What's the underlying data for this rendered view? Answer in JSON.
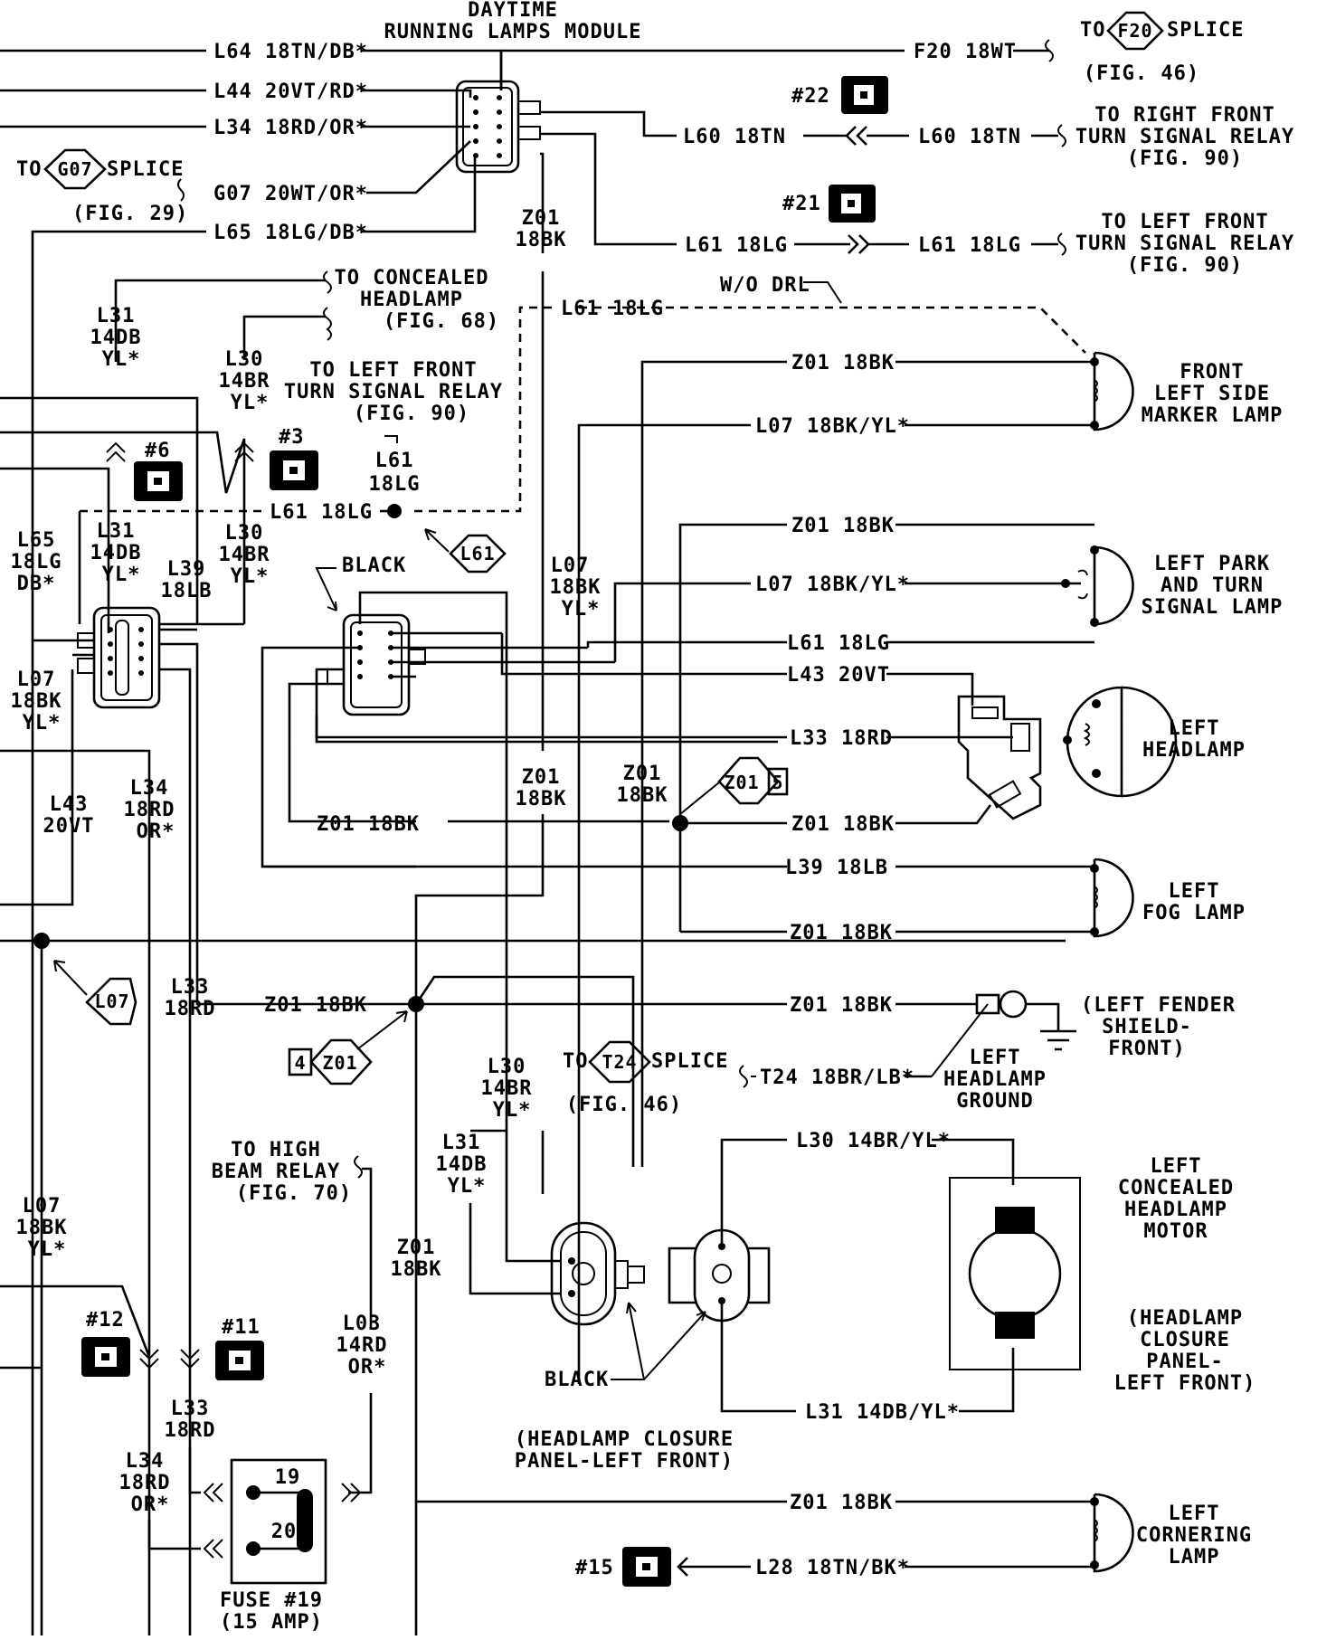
{
  "module": {
    "title_line1": "DAYTIME",
    "title_line2": "RUNNING LAMPS MODULE"
  },
  "wires": {
    "l64": "L64 18TN/DB*",
    "l44": "L44 20VT/RD*",
    "l34": "L34 18RD/OR*",
    "g07": "G07 20WT/OR*",
    "l65": "L65 18LG/DB*",
    "f20": "F20 18WT",
    "l60": "L60 18TN",
    "l61": "L61 18LG",
    "z01": "Z01 18BK",
    "l07": "L07 18BK/YL*",
    "l43": "L43 20VT",
    "l33": "L33 18RD",
    "l39": "L39 18LB",
    "t24": "T24 18BR/LB*",
    "l30": "L30 14BR/YL*",
    "l31": "L31 14DB/YL*",
    "l28": "L28 18TN/BK*",
    "wo_drl": "W/O DRL"
  },
  "refs": {
    "f20_to": "TO",
    "f20_tag": "F20",
    "f20_splice": "SPLICE",
    "f20_fig": "(FIG. 46)",
    "g07_to": "TO",
    "g07_tag": "G07",
    "g07_splice": "SPLICE",
    "g07_fig": "(FIG. 29)",
    "rf_turn_1": "TO RIGHT FRONT",
    "rf_turn_2": "TURN SIGNAL RELAY",
    "rf_turn_3": "(FIG. 90)",
    "lf_turn_1": "TO LEFT FRONT",
    "lf_turn_2": "TURN SIGNAL RELAY",
    "lf_turn_3": "(FIG. 90)",
    "conc_1": "TO CONCEALED",
    "conc_2": "HEADLAMP",
    "conc_3": "(FIG. 68)",
    "lf_turn_b1": "TO LEFT FRONT",
    "lf_turn_b2": "TURN SIGNAL RELAY",
    "lf_turn_b3": "(FIG. 90)",
    "t24_to": "TO",
    "t24_tag": "T24",
    "t24_splice": "SPLICE",
    "t24_fig": "(FIG. 46)",
    "hb_1": "TO HIGH",
    "hb_2": "BEAM RELAY",
    "hb_3": "(FIG. 70)"
  },
  "connectors": {
    "c22": "#22",
    "c21": "#21",
    "c6": "#6",
    "c3": "#3",
    "c12": "#12",
    "c11": "#11",
    "c15": "#15"
  },
  "splice_tags": {
    "l61": "L61",
    "l07": "L07",
    "z01_right": "Z01",
    "z01_right_num": "5",
    "z01_left": "Z01",
    "z01_left_num": "4"
  },
  "vlabels": {
    "l31_a1": "L31",
    "l31_a2": "14DB",
    "l31_a3": "YL*",
    "l30_a1": "L30",
    "l30_a2": "14BR",
    "l30_a3": "YL*",
    "l61_v1": "L61",
    "l61_v2": "18LG",
    "z01_v1": "Z01",
    "z01_v2": "18BK",
    "l65_1": "L65",
    "l65_2": "18LG",
    "l65_3": "DB*",
    "l31_b1": "L31",
    "l31_b2": "14DB",
    "l31_b3": "YL*",
    "l39_1": "L39",
    "l39_2": "18LB",
    "l30_b1": "L30",
    "l30_b2": "14BR",
    "l30_b3": "YL*",
    "l07_a1": "L07",
    "l07_a2": "18BK",
    "l07_a3": "YL*",
    "l07_b1": "L07",
    "l07_b2": "18BK",
    "l07_b3": "YL*",
    "l43_1": "L43",
    "l43_2": "20VT",
    "l34_a1": "L34",
    "l34_a2": "18RD",
    "l34_a3": "OR*",
    "z01_c1": "Z01",
    "z01_c2": "18BK",
    "z01_d1": "Z01",
    "z01_d2": "18BK",
    "l33_a1": "L33",
    "l33_a2": "18RD",
    "l30_c1": "L30",
    "l30_c2": "14BR",
    "l30_c3": "YL*",
    "l31_c1": "L31",
    "l31_c2": "14DB",
    "l31_c3": "YL*",
    "z01_e1": "Z01",
    "z01_e2": "18BK",
    "l07_c1": "L07",
    "l07_c2": "18BK",
    "l07_c3": "YL*",
    "l03_1": "L03",
    "l03_2": "14RD",
    "l03_3": "OR*",
    "l33_b1": "L33",
    "l33_b2": "18RD",
    "l34_b1": "L34",
    "l34_b2": "18RD",
    "l34_b3": "OR*"
  },
  "components": {
    "marker_1": "FRONT",
    "marker_2": "LEFT SIDE",
    "marker_3": "MARKER LAMP",
    "park_1": "LEFT PARK",
    "park_2": "AND TURN",
    "park_3": "SIGNAL LAMP",
    "headlamp_1": "LEFT",
    "headlamp_2": "HEADLAMP",
    "fog_1": "LEFT",
    "fog_2": "FOG LAMP",
    "gnd_1": "(LEFT FENDER",
    "gnd_2": "SHIELD-",
    "gnd_3": "FRONT)",
    "gndlbl_1": "LEFT",
    "gndlbl_2": "HEADLAMP",
    "gndlbl_3": "GROUND",
    "motor_1": "LEFT",
    "motor_2": "CONCEALED",
    "motor_3": "HEADLAMP",
    "motor_4": "MOTOR",
    "panel_1": "(HEADLAMP",
    "panel_2": "CLOSURE",
    "panel_3": "PANEL-",
    "panel_4": "LEFT FRONT)",
    "closure_1": "(HEADLAMP CLOSURE",
    "closure_2": "PANEL-LEFT FRONT)",
    "corner_1": "LEFT",
    "corner_2": "CORNERING",
    "corner_3": "LAMP",
    "black_1": "BLACK",
    "black_2": "BLACK",
    "fuse_1": "FUSE #19",
    "fuse_2": "(15 AMP)",
    "fuse_19": "19",
    "fuse_20": "20"
  }
}
